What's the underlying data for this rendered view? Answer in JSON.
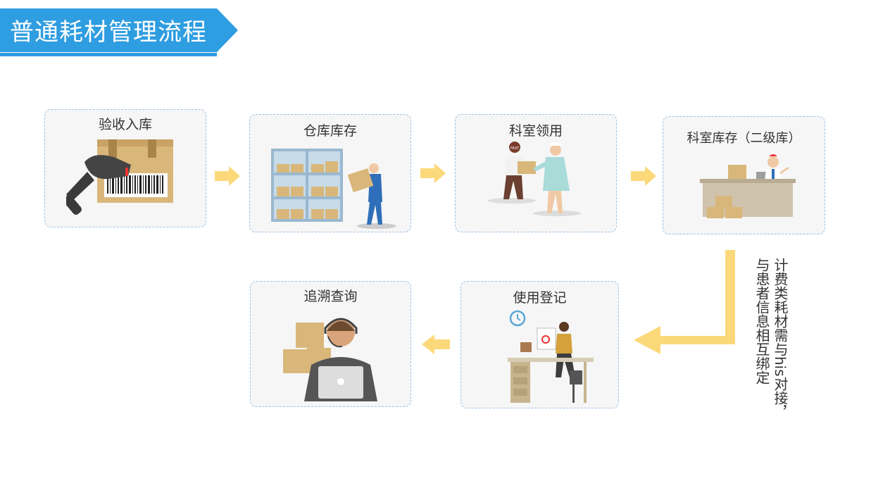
{
  "header": {
    "title": "普通耗材管理流程"
  },
  "steps": [
    {
      "label": "验收入库"
    },
    {
      "label": "仓库库存"
    },
    {
      "label": "科室领用"
    },
    {
      "label": "科室库存（二级库）"
    },
    {
      "label": "使用登记"
    },
    {
      "label": "追溯查询"
    }
  ],
  "note": {
    "line1": "计费类耗材需与his对接，",
    "line2": "与患者信息相互绑定"
  },
  "illustration_text": {
    "box_label": "FAST"
  },
  "colors": {
    "banner": "#2f9de1",
    "arrow": "#fbd97a",
    "card_border": "#9ec3e8",
    "card_bg": "#f6f6f6",
    "box": "#d9b77a"
  }
}
